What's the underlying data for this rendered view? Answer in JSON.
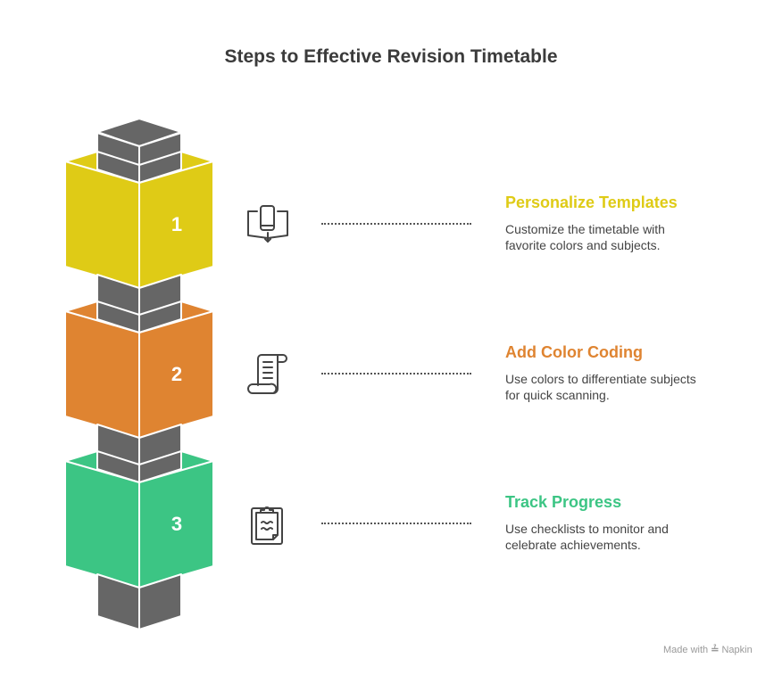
{
  "title": "Steps to Effective Revision Timetable",
  "colors": {
    "column": "#666666",
    "title": "#3b3b3b",
    "text": "#444444"
  },
  "steps": [
    {
      "number": "1",
      "heading": "Personalize Templates",
      "description_line1": "Customize the timetable with",
      "description_line2": "favorite colors and subjects.",
      "color": "#DFCB16",
      "icon": "book-phone-icon"
    },
    {
      "number": "2",
      "heading": "Add Color Coding",
      "description_line1": "Use colors to differentiate subjects",
      "description_line2": "for quick scanning.",
      "color": "#DF8431",
      "icon": "scroll-icon"
    },
    {
      "number": "3",
      "heading": "Track Progress",
      "description_line1": "Use checklists to monitor and",
      "description_line2": "celebrate achievements.",
      "color": "#3CC584",
      "icon": "clipboard-icon"
    }
  ],
  "credit": "Made with",
  "credit_brand": "Napkin"
}
